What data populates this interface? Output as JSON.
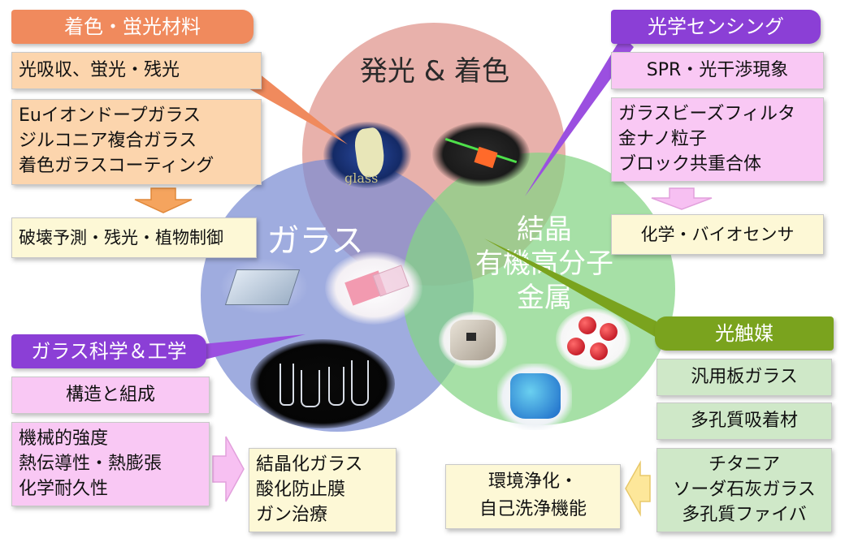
{
  "circles": {
    "top_title": "発光 & 着色",
    "left_title": "ガラス",
    "right_title": "結晶\n有機高分子\n金属"
  },
  "photo_text": "glass",
  "left_top": {
    "tag": "着色・蛍光材料",
    "item1": "光吸収、蛍光・残光",
    "item2": "Euイオンドープガラス\nジルコニア複合ガラス\n着色ガラスコーティング",
    "result": "破壊予測・残光・植物制御"
  },
  "left_bottom": {
    "tag": "ガラス科学＆工学",
    "item1": "構造と組成",
    "item2": "機械的強度\n熱伝導性・熱膨張\n化学耐久性",
    "result": "結晶化ガラス\n酸化防止膜\nガン治療"
  },
  "right_top": {
    "tag": "光学センシング",
    "item1": "SPR・光干渉現象",
    "item2": "ガラスビーズフィルタ\n金ナノ粒子\nブロック共重合体",
    "result": "化学・バイオセンサ"
  },
  "right_bottom": {
    "tag": "光触媒",
    "item1": "汎用板ガラス",
    "item2": "多孔質吸着材",
    "item3": "チタニア\nソーダ石灰ガラス\n多孔質ファイバ",
    "result": "環境浄化・\n自己洗浄機能"
  },
  "colors": {
    "orange_tag": "#f08a5d",
    "purple_tag": "#8b3fd6",
    "green_tag": "#7aa31e",
    "orange_box": "#fcd5ad",
    "pink_box": "#f9c8f4",
    "green_box": "#cfe8c8",
    "yellow_box": "#fdf8d6"
  }
}
